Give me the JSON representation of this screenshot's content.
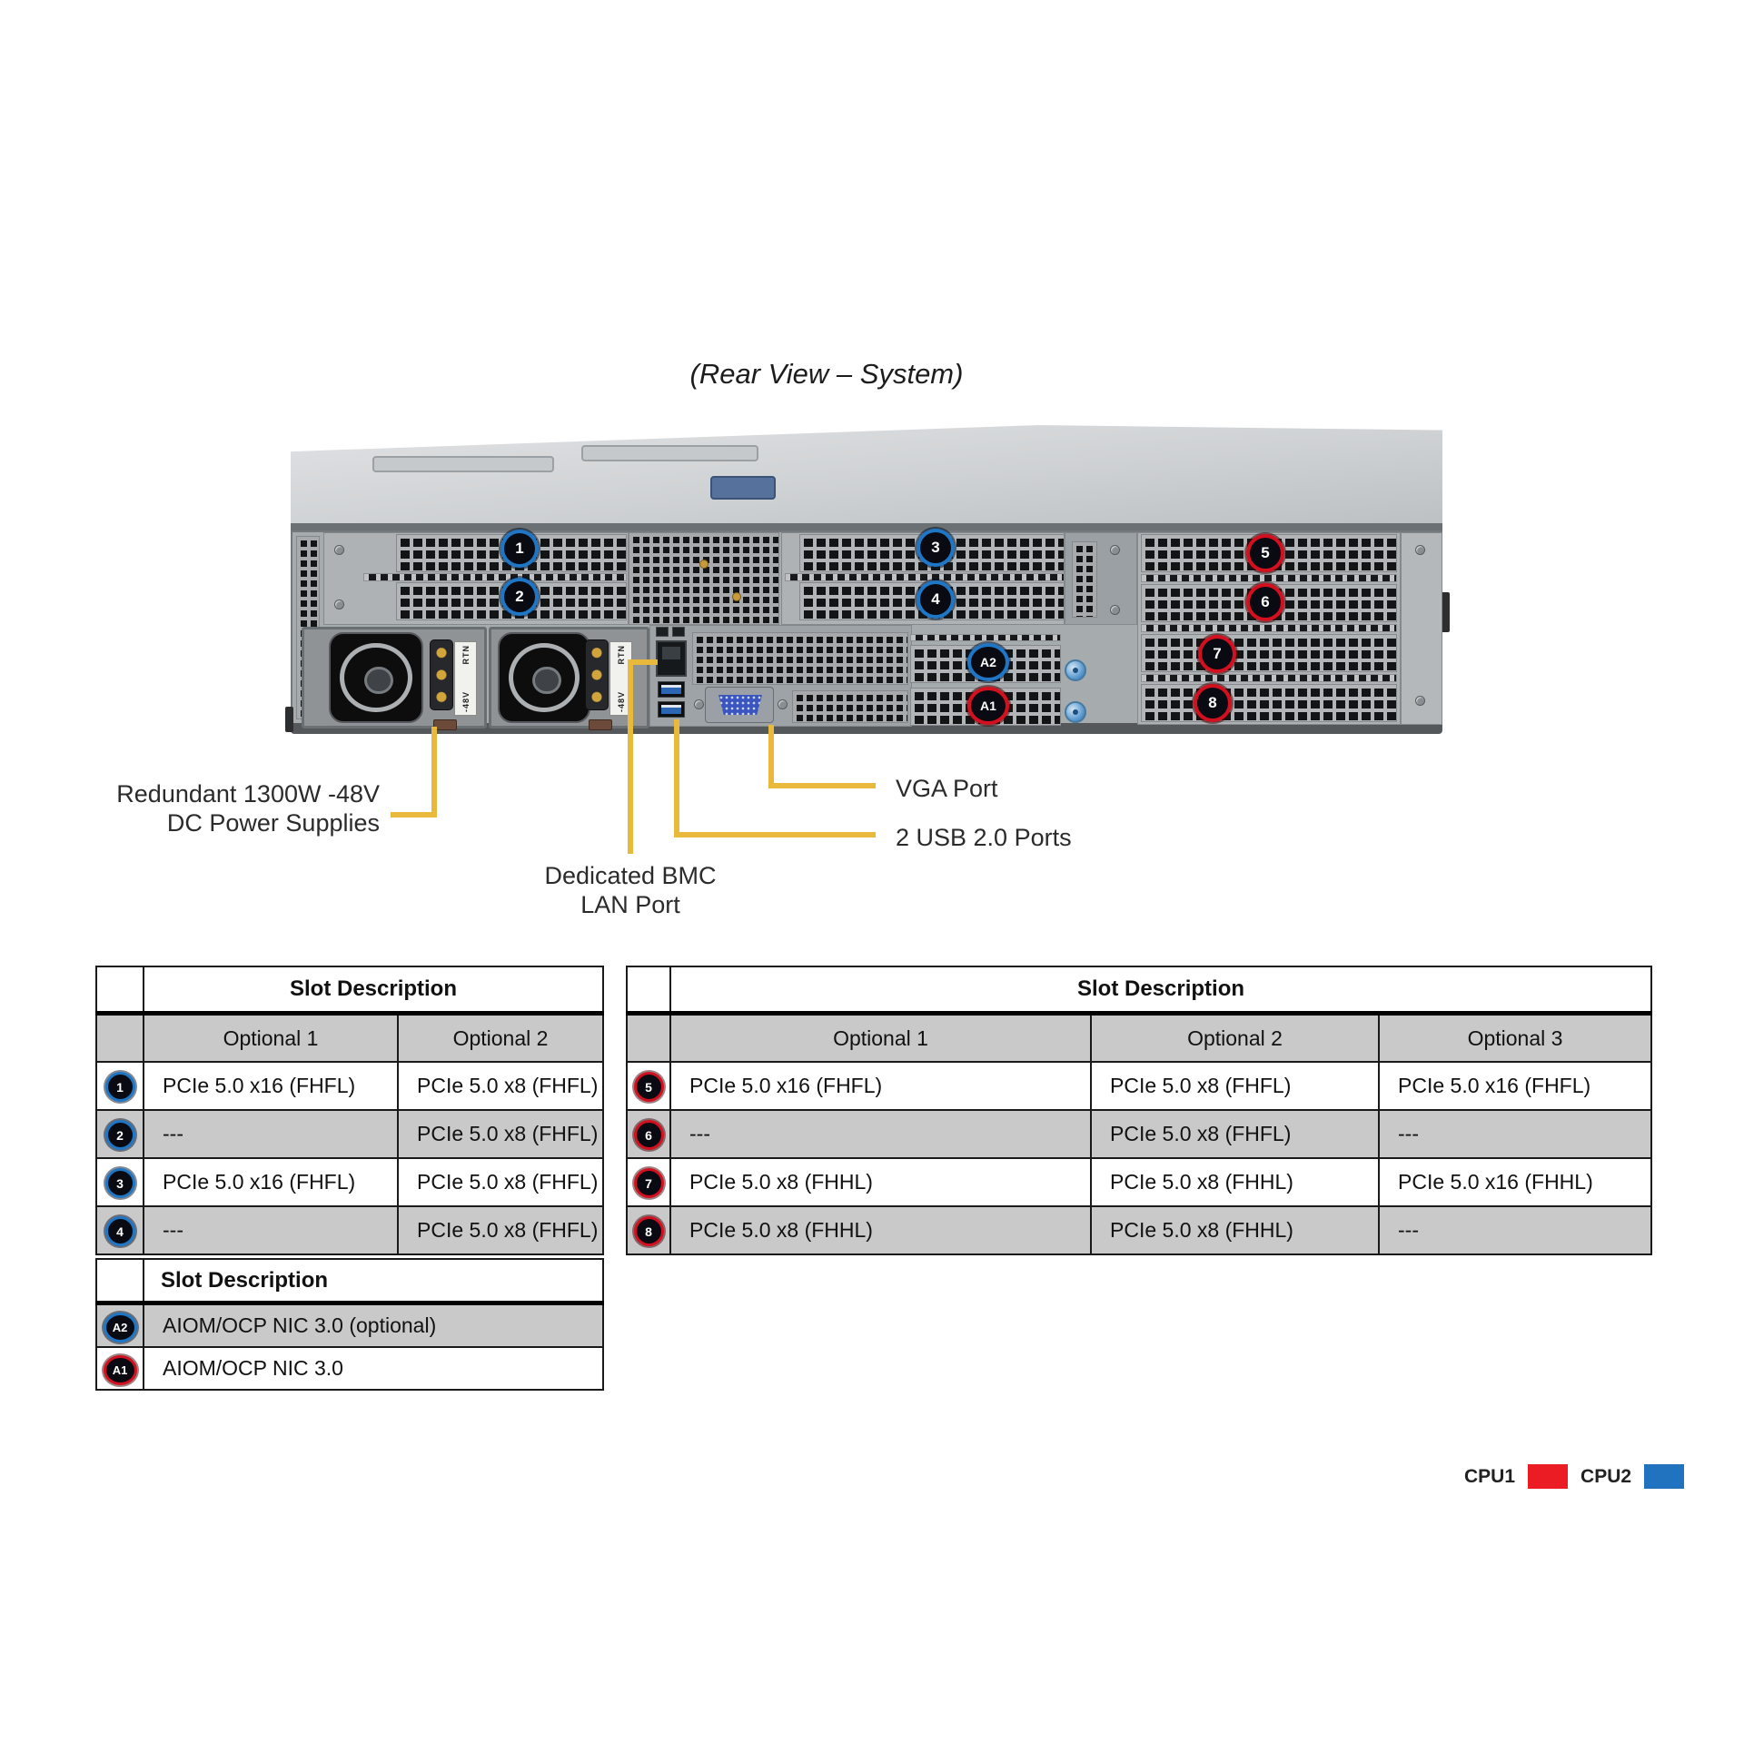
{
  "title": "(Rear View – System)",
  "colors": {
    "cpu1_red": "#ec1c24",
    "cpu2_blue": "#2273bf",
    "callout_ring_red": "#d2101f",
    "callout_ring_blue": "#1f76c5",
    "callout_line_yellow": "#e8b93a"
  },
  "figure": {
    "psu_sticker": {
      "top": "RTN",
      "bottom": "-48V"
    },
    "callouts": {
      "s1": "1",
      "s2": "2",
      "s3": "3",
      "s4": "4",
      "s5": "5",
      "s6": "6",
      "s7": "7",
      "s8": "8",
      "a2": "A2",
      "a1": "A1"
    },
    "labels": {
      "psu_line1": "Redundant 1300W -48V",
      "psu_line2": "DC Power Supplies",
      "bmc_line1": "Dedicated BMC",
      "bmc_line2": "LAN Port",
      "vga": "VGA Port",
      "usb": "2 USB 2.0 Ports"
    }
  },
  "tables": {
    "left": {
      "header": "Slot Description",
      "columns": [
        "Optional 1",
        "Optional 2"
      ],
      "rows": [
        {
          "id": "1",
          "cells": [
            "PCIe 5.0 x16 (FHFL)",
            "PCIe 5.0 x8 (FHFL)"
          ]
        },
        {
          "id": "2",
          "cells": [
            "---",
            "PCIe 5.0 x8 (FHFL)"
          ]
        },
        {
          "id": "3",
          "cells": [
            "PCIe 5.0 x16 (FHFL)",
            "PCIe 5.0 x8 (FHFL)"
          ]
        },
        {
          "id": "4",
          "cells": [
            "---",
            "PCIe 5.0 x8 (FHFL)"
          ]
        }
      ]
    },
    "right": {
      "header": "Slot Description",
      "columns": [
        "Optional 1",
        "Optional 2",
        "Optional 3"
      ],
      "rows": [
        {
          "id": "5",
          "cells": [
            "PCIe 5.0 x16 (FHFL)",
            "PCIe 5.0 x8 (FHFL)",
            "PCIe 5.0 x16 (FHFL)"
          ]
        },
        {
          "id": "6",
          "cells": [
            "---",
            "PCIe 5.0 x8 (FHFL)",
            "---"
          ]
        },
        {
          "id": "7",
          "cells": [
            "PCIe 5.0 x8 (FHHL)",
            "PCIe 5.0 x8 (FHHL)",
            "PCIe 5.0 x16 (FHHL)"
          ]
        },
        {
          "id": "8",
          "cells": [
            "PCIe 5.0 x8 (FHHL)",
            "PCIe 5.0 x8 (FHHL)",
            "---"
          ]
        }
      ]
    },
    "aiom": {
      "header": "Slot Description",
      "rows": [
        {
          "id": "A2",
          "cells": [
            "AIOM/OCP NIC 3.0 (optional)"
          ]
        },
        {
          "id": "A1",
          "cells": [
            "AIOM/OCP NIC 3.0"
          ]
        }
      ]
    }
  },
  "legend": {
    "cpu1": "CPU1",
    "cpu2": "CPU2"
  }
}
